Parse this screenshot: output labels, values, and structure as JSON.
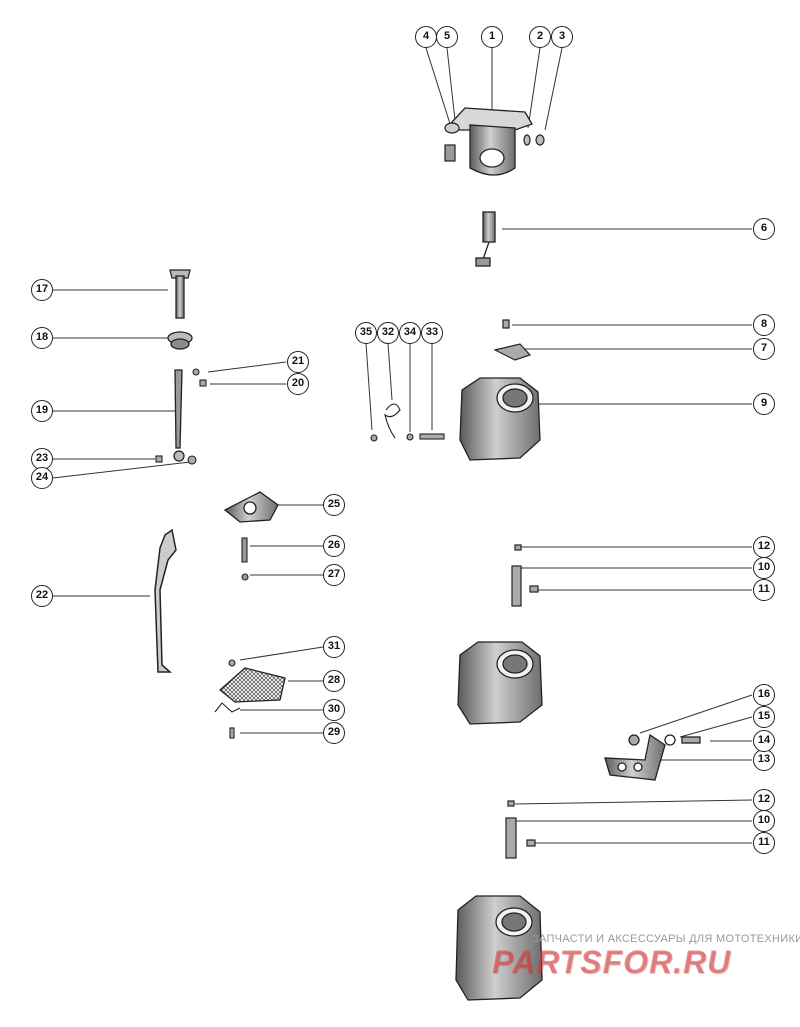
{
  "callouts": [
    "1",
    "2",
    "3",
    "4",
    "5",
    "6",
    "7",
    "8",
    "9",
    "10",
    "11",
    "12",
    "13",
    "14",
    "15",
    "16",
    "17",
    "18",
    "19",
    "20",
    "21",
    "22",
    "23",
    "24",
    "25",
    "26",
    "27",
    "28",
    "29",
    "30",
    "31",
    "32",
    "33",
    "34",
    "35",
    "12",
    "10",
    "11"
  ],
  "watermark": {
    "text": "ЗАПЧАСТИ И АКСЕССУАРЫ ДЛЯ МОТОТЕХНИКИ",
    "logo": "PARTSFOR.RU"
  },
  "colors": {
    "ink": "#222222",
    "metal": "#8a8a8a",
    "logo": "#dc3c3c"
  }
}
